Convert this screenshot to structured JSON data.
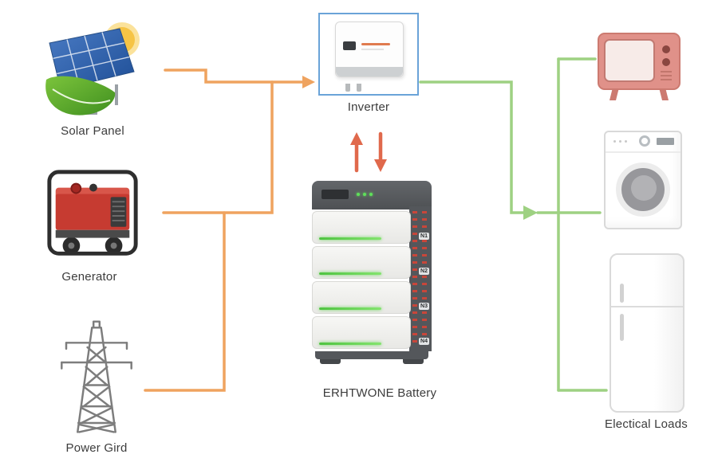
{
  "nodes": {
    "solar": {
      "label": "Solar Panel"
    },
    "generator": {
      "label": "Generator"
    },
    "power_grid": {
      "label": "Power Gird"
    },
    "inverter": {
      "label": "Inverter"
    },
    "battery": {
      "label": "ERHTWONE Battery",
      "modules": [
        "N1",
        "N2",
        "N3",
        "N4"
      ]
    },
    "loads": {
      "label": "Electical Loads"
    }
  },
  "colors": {
    "source_wire": "#efa35f",
    "battery_wire": "#e0694c",
    "load_wire": "#9ed182",
    "inverter_border": "#6aa3d8"
  }
}
